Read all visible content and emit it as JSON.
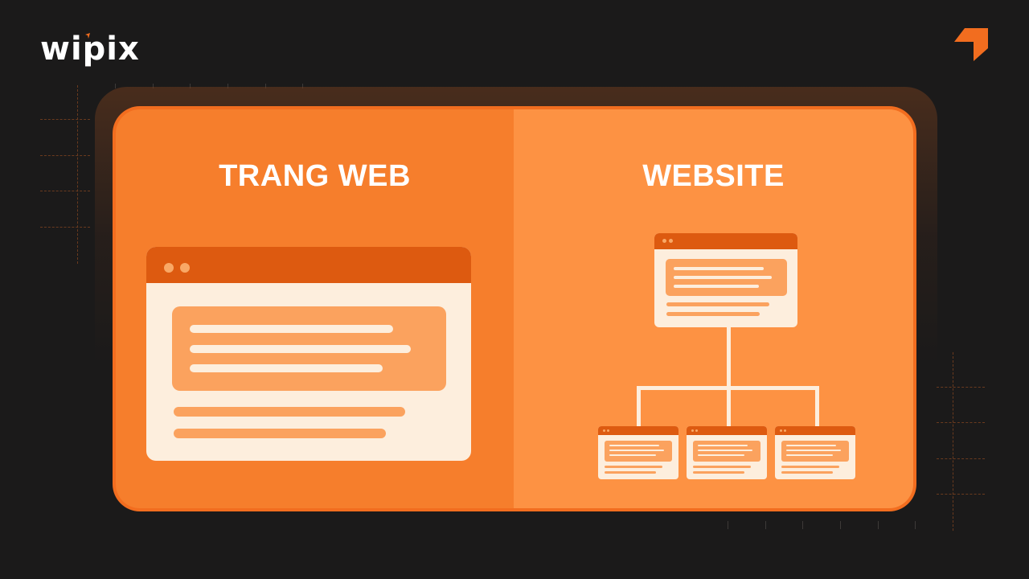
{
  "brand": {
    "logo_text": "wipix",
    "accent_color": "#f26d1f",
    "background_color": "#1b1a1a"
  },
  "left_panel": {
    "title": "TRANG WEB",
    "illustration": "single-webpage-icon",
    "description_elements": {
      "window_dots": 2,
      "content_lines": 3,
      "footer_lines": 2
    }
  },
  "right_panel": {
    "title": "WEBSITE",
    "illustration": "sitemap-tree-icon",
    "description_elements": {
      "root_pages": 1,
      "child_pages": 3
    }
  },
  "colors": {
    "left_panel_bg": "#f67e2c",
    "right_panel_bg": "#fd9243",
    "browser_bar": "#dd5a10",
    "browser_body": "#fdeedd",
    "content_box": "#fba25e"
  }
}
